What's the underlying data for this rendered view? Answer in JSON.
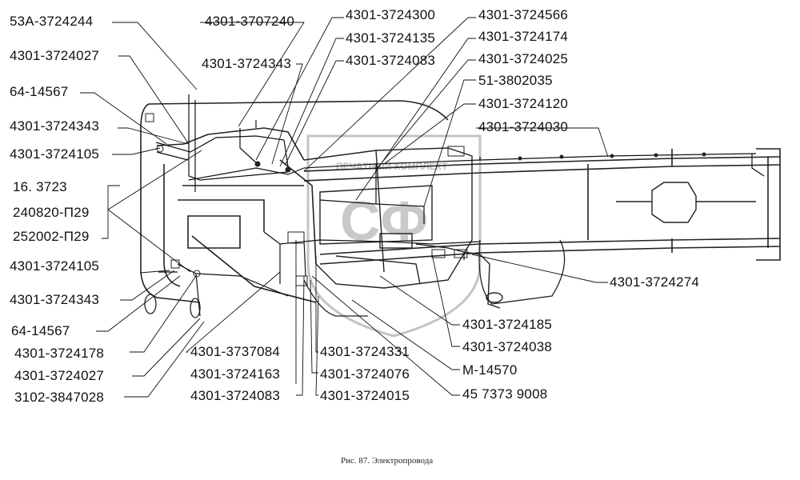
{
  "caption": "Рис. 87. Электропровода",
  "watermark": {
    "text": "ПЕЧАТНЫЙ КОМПЛЕКТ",
    "monogram": "СФ",
    "color": "#b8b8b8"
  },
  "labels": {
    "l01": "53А-3724244",
    "l02": "4301-3724027",
    "l03": "64-14567",
    "l04": "4301-3724343",
    "l05": "4301-3724105",
    "l06": "16. 3723",
    "l07": "240820-П29",
    "l08": "252002-П29",
    "l09": "4301-3724105",
    "l10": "4301-3724343",
    "l11": "64-14567",
    "l12": "4301-3724178",
    "l13": "4301-3724027",
    "l14": "3102-3847028",
    "l15": "4301-3707240",
    "l16": "4301-3724343",
    "l17": "4301-3724300",
    "l18": "4301-3724135",
    "l19": "4301-3724083",
    "l20": "4301-3724566",
    "l21": "4301-3724174",
    "l22": "4301-3724025",
    "l23": "51-3802035",
    "l24": "4301-3724120",
    "l25": "4301-3724030",
    "l26": "4301-3724274",
    "l27": "4301-3737084",
    "l28": "4301-3724163",
    "l29": "4301-3724083",
    "l30": "4301-3724331",
    "l31": "4301-3724076",
    "l32": "4301-3724015",
    "l33": "4301-3724185",
    "l34": "4301-3724038",
    "l35": "М-14570",
    "l36": "45 7373 9008"
  }
}
